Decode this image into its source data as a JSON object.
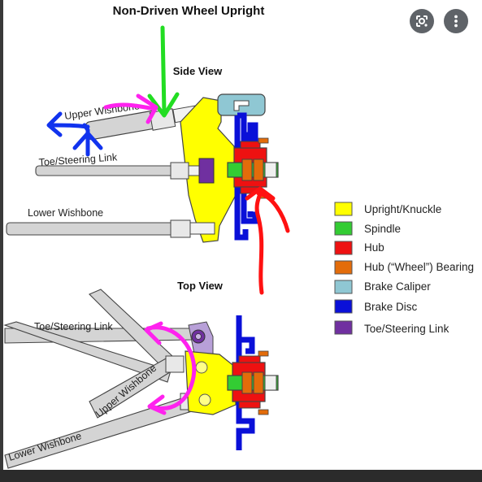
{
  "title": "Non-Driven Wheel Upright",
  "side_view_label": "Side View",
  "top_view_label": "Top View",
  "side_labels": {
    "upper": "Upper Wishbone",
    "toe": "Toe/Steering Link",
    "lower": "Lower Wishbone"
  },
  "top_labels": {
    "toe": "Toe/Steering Link",
    "upper": "Upper Wishbone",
    "lower": "Lower Wishbone"
  },
  "legend": [
    {
      "label": "Upright/Knuckle",
      "color": "#ffff00"
    },
    {
      "label": "Spindle",
      "color": "#33cc33"
    },
    {
      "label": "Hub",
      "color": "#ee1111"
    },
    {
      "label": "Hub (“Wheel”) Bearing",
      "color": "#e36c0a"
    },
    {
      "label": "Brake Caliper",
      "color": "#8fc7d3"
    },
    {
      "label": "Brake Disc",
      "color": "#0a10d8"
    },
    {
      "label": "Toe/Steering Link",
      "color": "#7030a0"
    }
  ],
  "annotation_colors": {
    "green": "#22dd22",
    "blue": "#1133ee",
    "magenta": "#ff22ee",
    "red": "#ff1111"
  },
  "controls": {
    "lens_icon": "google-lens-icon",
    "more_icon": "more-vert-icon"
  }
}
